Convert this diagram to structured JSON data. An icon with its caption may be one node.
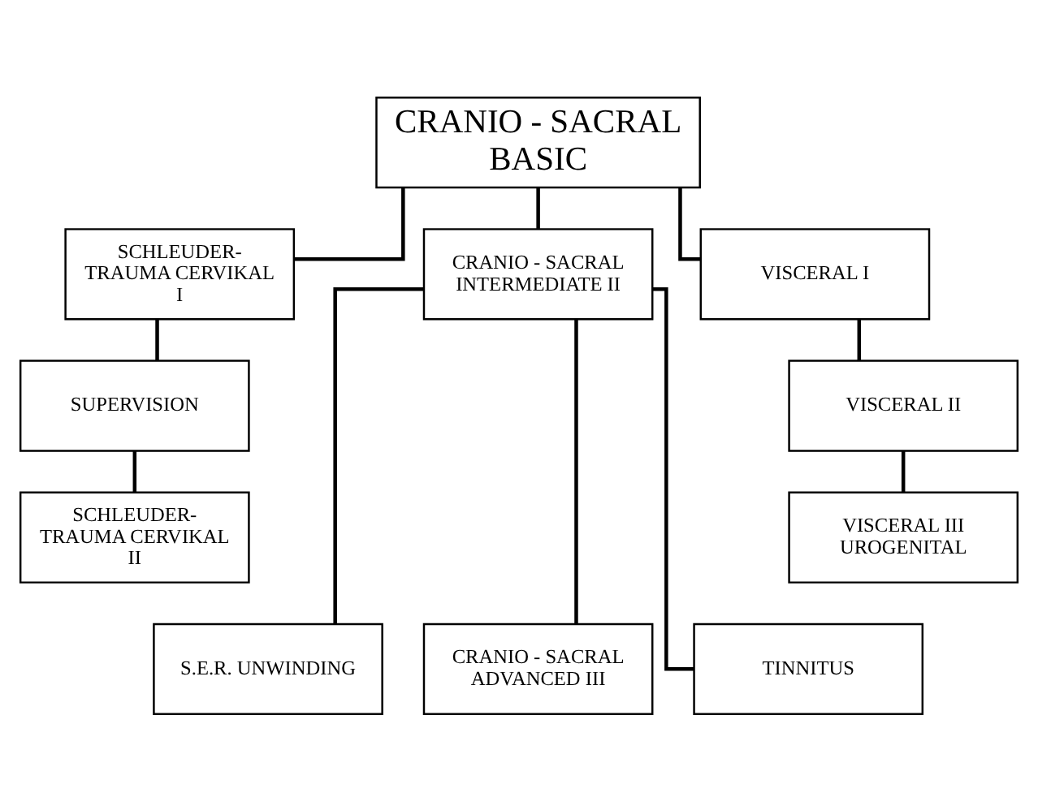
{
  "diagram": {
    "nodes": [
      {
        "text": [
          "CRANIO - SACRAL BASIC"
        ]
      },
      {
        "text": [
          "SCHLEUDER- TRAUMA CERVIKAL I"
        ]
      },
      {
        "text": [
          "CRANIO - SACRAL INTERMEDIATE II"
        ]
      },
      {
        "text": [
          "VISCERAL I"
        ]
      },
      {
        "text": [
          "SUPERVISION"
        ]
      },
      {
        "text": [
          "VISCERAL II"
        ]
      },
      {
        "text": [
          "SCHLEUDER- TRAUMA CERVIKAL II"
        ]
      },
      {
        "text": [
          "VISCERAL III UROGENITAL"
        ]
      },
      {
        "text": [
          "S.E.R. UNWINDING"
        ]
      },
      {
        "text": [
          "CRANIO - SACRAL ADVANCED III"
        ]
      },
      {
        "text": [
          "TINNITUS"
        ]
      }
    ],
    "edges": [
      {
        "from": 0,
        "to": 1,
        "arrow": "none"
      },
      {
        "from": 0,
        "to": 2,
        "arrow": "none"
      },
      {
        "from": 0,
        "to": 3,
        "arrow": "none"
      },
      {
        "from": 1,
        "to": 4,
        "arrow": "none"
      },
      {
        "from": 4,
        "to": 6,
        "arrow": "none"
      },
      {
        "from": 3,
        "to": 5,
        "arrow": "none"
      },
      {
        "from": 5,
        "to": 7,
        "arrow": "none"
      },
      {
        "from": 2,
        "to": 8,
        "arrow": "none"
      },
      {
        "from": 2,
        "to": 9,
        "arrow": "none"
      },
      {
        "from": 2,
        "to": 10,
        "arrow": "none"
      }
    ]
  }
}
